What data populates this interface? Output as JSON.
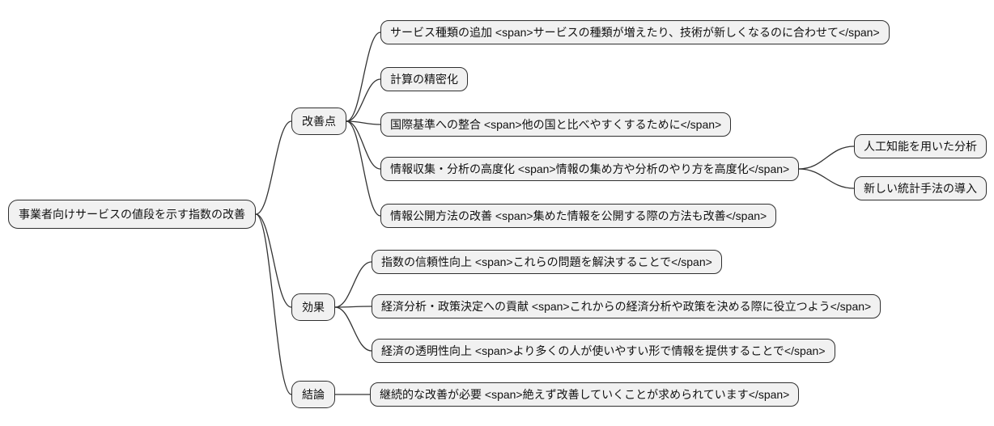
{
  "mindmap": {
    "root": {
      "label": "事業者向けサービスの値段を示す指数の改善"
    },
    "branches": [
      {
        "label": "改善点",
        "children": [
          {
            "label": "サービス種類の追加 <span>サービスの種類が増えたり、技術が新しくなるのに合わせて</span>",
            "children": []
          },
          {
            "label": "計算の精密化",
            "children": []
          },
          {
            "label": "国際基準への整合 <span>他の国と比べやすくするために</span>",
            "children": []
          },
          {
            "label": "情報収集・分析の高度化 <span>情報の集め方や分析のやり方を高度化</span>",
            "children": [
              {
                "label": "人工知能を用いた分析"
              },
              {
                "label": "新しい統計手法の導入"
              }
            ]
          },
          {
            "label": "情報公開方法の改善 <span>集めた情報を公開する際の方法も改善</span>",
            "children": []
          }
        ]
      },
      {
        "label": "効果",
        "children": [
          {
            "label": "指数の信頼性向上 <span>これらの問題を解決することで</span>",
            "children": []
          },
          {
            "label": "経済分析・政策決定への貢献 <span>これからの経済分析や政策を決める際に役立つよう</span>",
            "children": []
          },
          {
            "label": "経済の透明性向上 <span>より多くの人が使いやすい形で情報を提供することで</span>",
            "children": []
          }
        ]
      },
      {
        "label": "結論",
        "children": [
          {
            "label": "継続的な改善が必要 <span>絶えず改善していくことが求められています</span>",
            "children": []
          }
        ]
      }
    ],
    "colors": {
      "background": "#ffffff",
      "node_fill": "#f1f1f1",
      "node_border": "#2f2f2f",
      "link": "#333333",
      "text": "#111111"
    }
  }
}
